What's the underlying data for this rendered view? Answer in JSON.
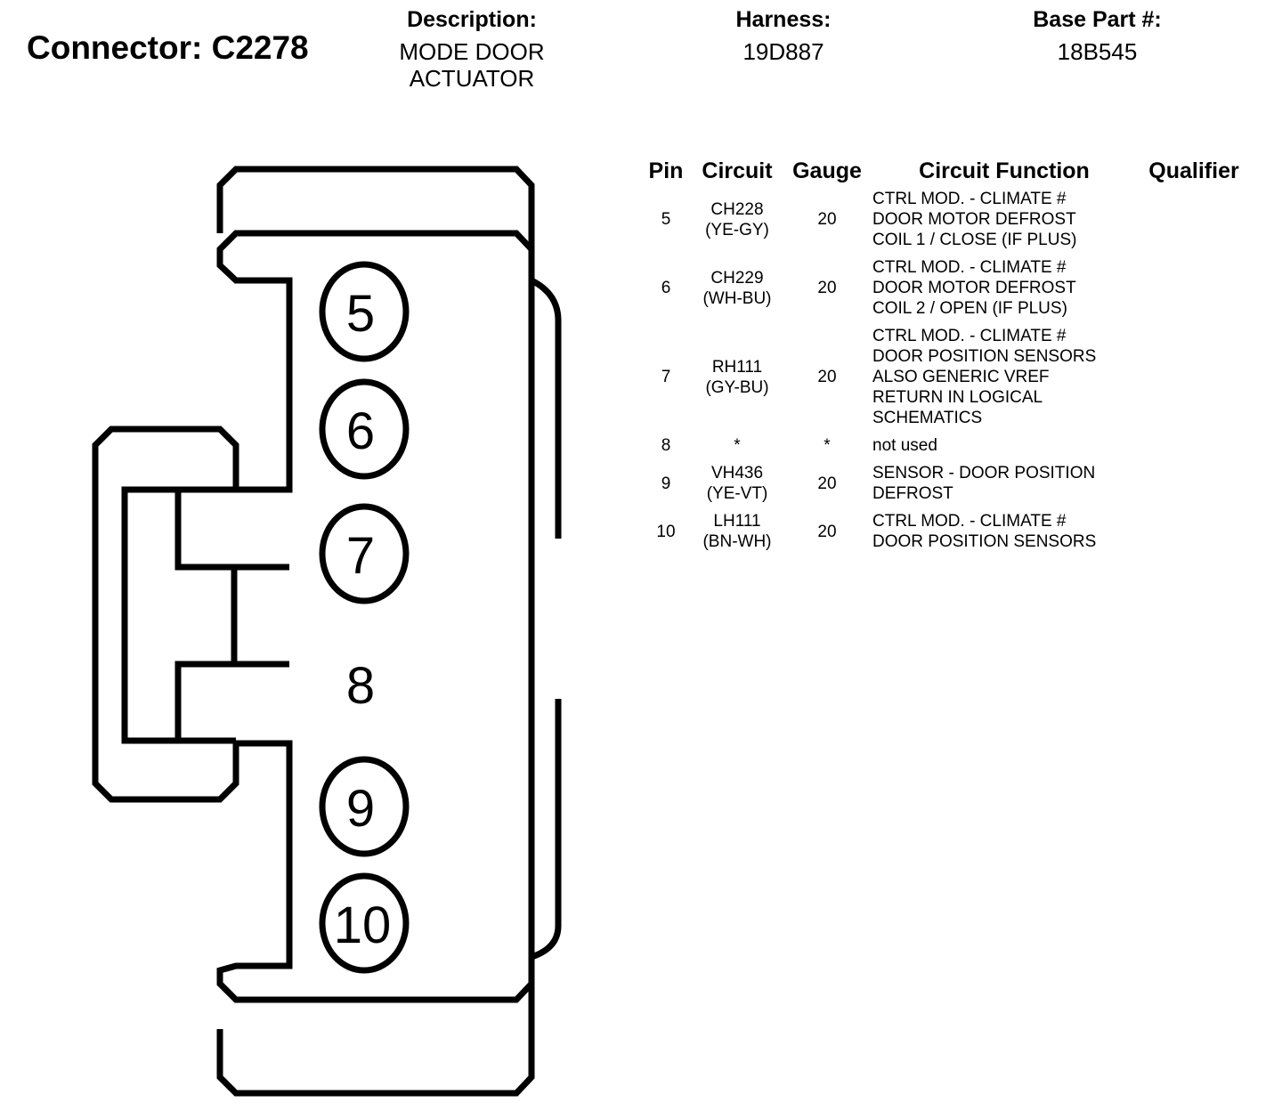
{
  "connector_title": "Connector: C2278",
  "header": {
    "description_label": "Description:",
    "description_line1": "MODE DOOR",
    "description_line2": "ACTUATOR",
    "harness_label": "Harness:",
    "harness_value": "19D887",
    "base_part_label": "Base Part #:",
    "base_part_value": "18B545"
  },
  "diagram": {
    "pin_labels": [
      "5",
      "6",
      "7",
      "8",
      "9",
      "10"
    ]
  },
  "table": {
    "columns": [
      "Pin",
      "Circuit",
      "Gauge",
      "Circuit Function",
      "Qualifier"
    ],
    "rows": [
      {
        "pin": "5",
        "circuit": "CH228",
        "color": "(YE-GY)",
        "gauge": "20",
        "function": [
          "CTRL MOD. - CLIMATE #",
          "DOOR MOTOR DEFROST",
          "COIL 1 / CLOSE (IF PLUS)"
        ],
        "qualifier": ""
      },
      {
        "pin": "6",
        "circuit": "CH229",
        "color": "(WH-BU)",
        "gauge": "20",
        "function": [
          "CTRL MOD. - CLIMATE #",
          "DOOR MOTOR DEFROST",
          "COIL 2 / OPEN (IF PLUS)"
        ],
        "qualifier": ""
      },
      {
        "pin": "7",
        "circuit": "RH111",
        "color": "(GY-BU)",
        "gauge": "20",
        "function": [
          "CTRL MOD. - CLIMATE #",
          "DOOR POSITION SENSORS",
          "ALSO GENERIC VREF",
          "RETURN IN LOGICAL",
          "SCHEMATICS"
        ],
        "qualifier": ""
      },
      {
        "pin": "8",
        "circuit": "*",
        "color": "",
        "gauge": "*",
        "function": [
          "not used"
        ],
        "qualifier": ""
      },
      {
        "pin": "9",
        "circuit": "VH436",
        "color": "(YE-VT)",
        "gauge": "20",
        "function": [
          "SENSOR - DOOR POSITION",
          "DEFROST"
        ],
        "qualifier": ""
      },
      {
        "pin": "10",
        "circuit": "LH111",
        "color": "(BN-WH)",
        "gauge": "20",
        "function": [
          "CTRL MOD. - CLIMATE #",
          "DOOR POSITION SENSORS"
        ],
        "qualifier": ""
      }
    ]
  }
}
